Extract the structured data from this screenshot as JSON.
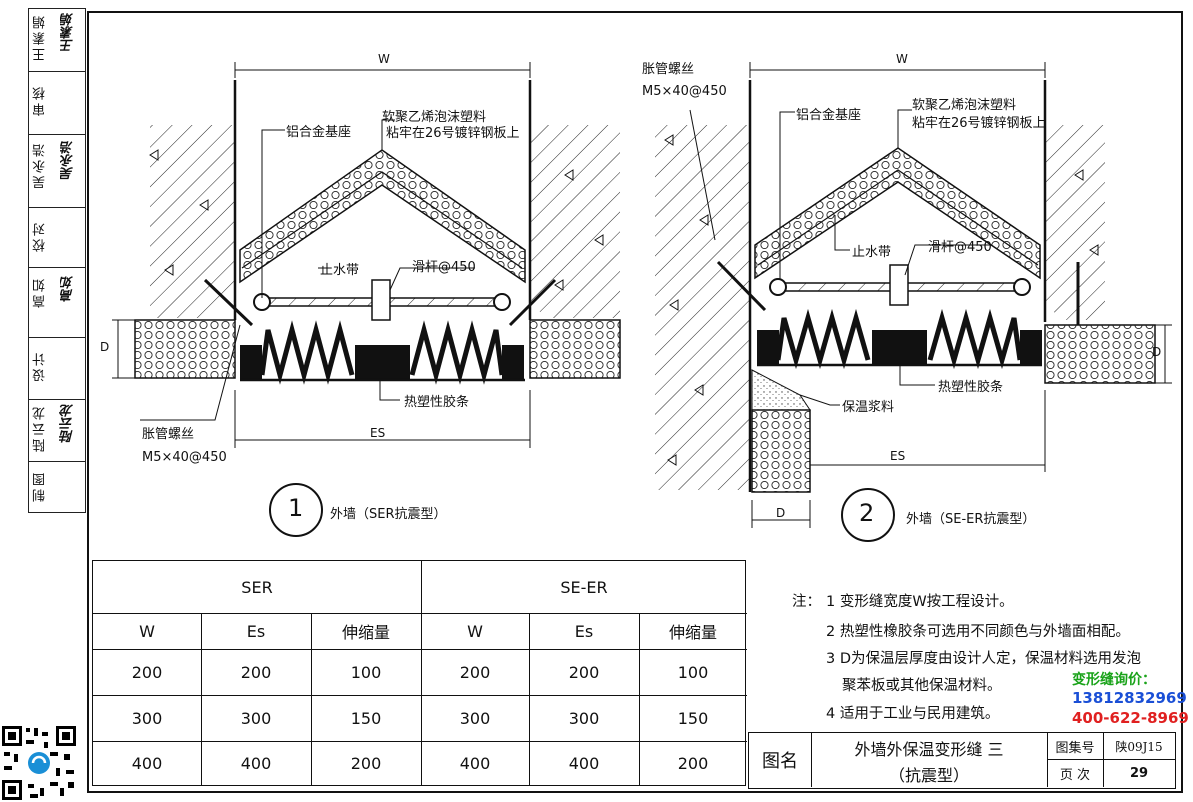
{
  "signoff": {
    "rows": [
      {
        "role": "王素娟",
        "sign": "王素娟"
      },
      {
        "role": "审核",
        "sign": ""
      },
      {
        "role": "吴永浩",
        "sign": "吴永浩"
      },
      {
        "role": "校对",
        "sign": ""
      },
      {
        "role": "高如",
        "sign": "高如"
      },
      {
        "role": "设计",
        "sign": ""
      },
      {
        "role": "陆云龙",
        "sign": "陆云龙"
      },
      {
        "role": "制图",
        "sign": ""
      }
    ]
  },
  "detail1": {
    "labels": {
      "w": "W",
      "es": "ES",
      "d": "D",
      "base": "铝合金基座",
      "foam1": "软聚乙烯泡沫塑料",
      "foam2": "粘牢在26号镀锌钢板上",
      "waterstop": "止水带",
      "slider": "滑杆@450",
      "rubber": "热塑性胶条",
      "bolt1": "胀管螺丝",
      "bolt2": "M5×40@450"
    },
    "number": "1",
    "caption": "外墙（SER抗震型）"
  },
  "detail2": {
    "labels": {
      "w": "W",
      "es": "ES",
      "d": "D",
      "d2": "D",
      "bolt1": "胀管螺丝",
      "bolt2": "M5×40@450",
      "base": "铝合金基座",
      "foam1": "软聚乙烯泡沫塑料",
      "foam2": "粘牢在26号镀锌钢板上",
      "waterstop": "止水带",
      "slider": "滑杆@450",
      "rubber": "热塑性胶条",
      "mortar": "保温浆料"
    },
    "number": "2",
    "caption": "外墙（SE-ER抗震型）"
  },
  "table": {
    "group1": "SER",
    "group2": "SE-ER",
    "headers": [
      "W",
      "Es",
      "伸缩量",
      "W",
      "Es",
      "伸缩量"
    ],
    "rows": [
      [
        "200",
        "200",
        "100",
        "200",
        "200",
        "100"
      ],
      [
        "300",
        "300",
        "150",
        "300",
        "300",
        "150"
      ],
      [
        "400",
        "400",
        "200",
        "400",
        "400",
        "200"
      ]
    ]
  },
  "notes": {
    "prefix": "注：",
    "items": [
      "1  变形缝宽度W按工程设计。",
      "2  热塑性橡胶条可选用不同颜色与外墙面相配。",
      "3  D为保温层厚度由设计人定，保温材料选用发泡",
      "聚苯板或其他保温材料。",
      "4  适用于工业与民用建筑。"
    ]
  },
  "hotline": {
    "title": "变形缝询价：",
    "phone1": "13812832969",
    "phone2": "400-622-8969",
    "title_color": "#1aa31a",
    "phone1_color": "#1a4fd6",
    "phone2_color": "#e02020"
  },
  "title_block": {
    "name_label": "图名",
    "title_line1": "外墙外保温变形缝  三",
    "title_line2": "（抗震型）",
    "atlas_label": "图集号",
    "atlas_value": "陕09J15",
    "page_label": "页  次",
    "page_value": "29"
  }
}
